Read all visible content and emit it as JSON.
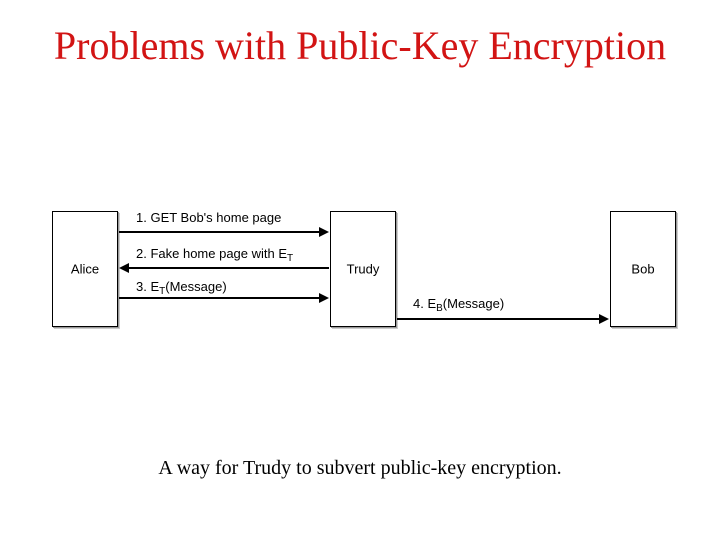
{
  "slide": {
    "title": "Problems with Public-Key Encryption",
    "caption": "A way for Trudy to subvert public-key encryption."
  },
  "diagram": {
    "nodes": {
      "alice": "Alice",
      "trudy": "Trudy",
      "bob": "Bob"
    },
    "messages": {
      "m1": {
        "text": "1. GET Bob's home page"
      },
      "m2": {
        "text": "2. Fake home page with E",
        "sub": "T",
        "suffix": ""
      },
      "m3": {
        "prefix": "3. E",
        "sub": "T",
        "suffix": "(Message)"
      },
      "m4": {
        "prefix": "4. E",
        "sub": "B",
        "suffix": "(Message)"
      }
    }
  },
  "colors": {
    "title": "#d21414"
  }
}
